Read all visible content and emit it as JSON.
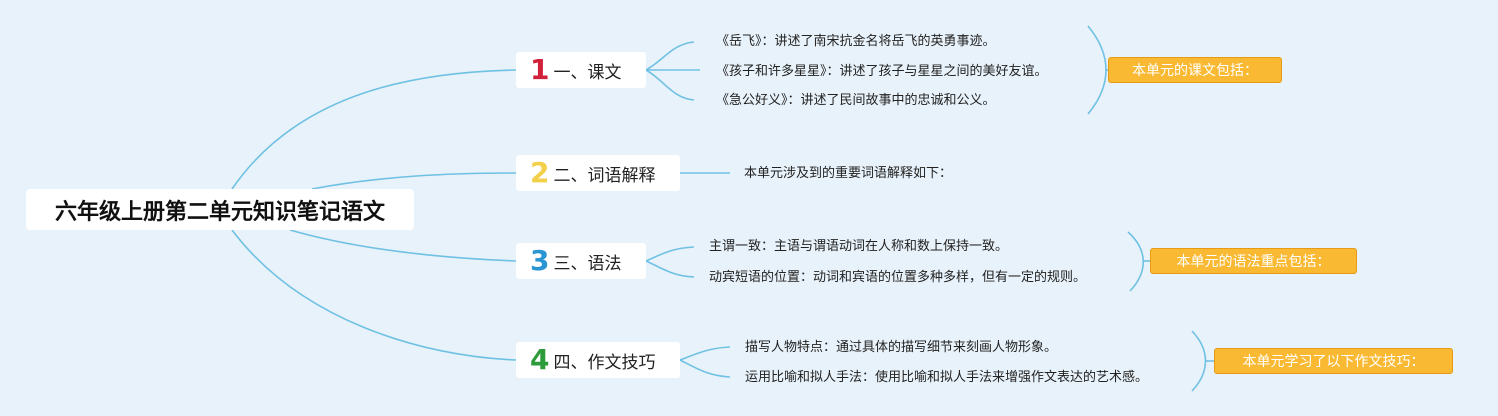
{
  "root": {
    "title": "六年级上册第二单元知识笔记语文"
  },
  "colors": {
    "background": "#e8f2fa",
    "connector": "#6fc1e3",
    "summary_fill": "#fab932",
    "num1": "#d0203a",
    "num2": "#f3d04a",
    "num3": "#2a95d3",
    "num4": "#2e9b3a"
  },
  "branches": [
    {
      "number": "1",
      "label": "一、课文",
      "leaves": [
        "《岳飞》：讲述了南宋抗金名将岳飞的英勇事迹。",
        "《孩子和许多星星》：讲述了孩子与星星之间的美好友谊。",
        "《急公好义》：讲述了民间故事中的忠诚和公义。"
      ],
      "summary": "本单元的课文包括："
    },
    {
      "number": "2",
      "label": "二、词语解释",
      "leaves": [
        "本单元涉及到的重要词语解释如下："
      ]
    },
    {
      "number": "3",
      "label": "三、语法",
      "leaves": [
        "主谓一致：主语与谓语动词在人称和数上保持一致。",
        "动宾短语的位置：动词和宾语的位置多种多样，但有一定的规则。"
      ],
      "summary": "本单元的语法重点包括："
    },
    {
      "number": "4",
      "label": "四、作文技巧",
      "leaves": [
        "描写人物特点：通过具体的描写细节来刻画人物形象。",
        "运用比喻和拟人手法：使用比喻和拟人手法来增强作文表达的艺术感。"
      ],
      "summary": "本单元学习了以下作文技巧："
    }
  ]
}
